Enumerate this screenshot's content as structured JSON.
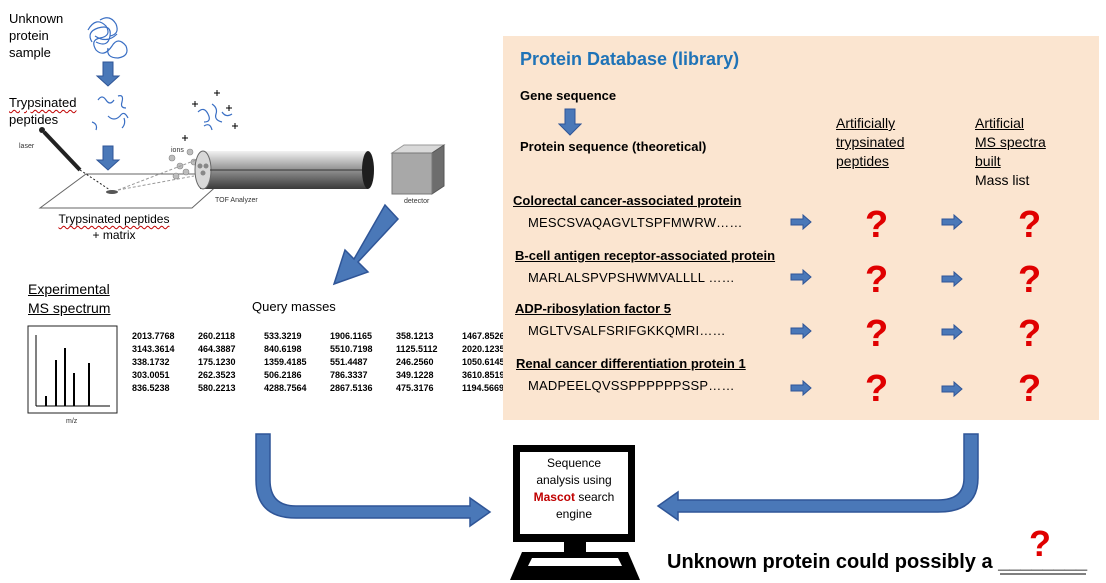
{
  "workflow": {
    "unknown_sample": "Unknown protein sample",
    "unknown_sample_lines": [
      "Unknown",
      "protein",
      "sample"
    ],
    "trypsinated_lines": [
      "Trypsinated",
      "peptides"
    ],
    "laser": "laser",
    "ions": "ions",
    "tof": "TOF Analyzer",
    "detector": "detector",
    "plate_lines": [
      "Trypsinated peptides",
      "+ matrix"
    ],
    "exp_spectrum_lines": [
      "Experimental",
      "MS spectrum"
    ],
    "mz": "m/z",
    "query_title": "Query masses",
    "query_masses": [
      [
        "2013.7768",
        "3143.3614",
        "338.1732",
        "303.0051",
        "836.5238"
      ],
      [
        "260.2118",
        "464.3887",
        "175.1230",
        "262.3523",
        "580.2213"
      ],
      [
        "533.3219",
        "840.6198",
        "1359.4185",
        "506.2186",
        "4288.7564"
      ],
      [
        "1906.1165",
        "5510.7198",
        "551.4487",
        "786.3337",
        "2867.5136"
      ],
      [
        "358.1213",
        "1125.5112",
        "246.2560",
        "349.1228",
        "475.3176"
      ],
      [
        "1467.8526",
        "2020.1235",
        "1050.6145",
        "3610.8519",
        "1194.5669"
      ]
    ]
  },
  "database": {
    "title": "Protein Database (library)",
    "gene_sequence": "Gene sequence",
    "protein_sequence": "Protein sequence (theoretical)",
    "col_peptides_lines": [
      "Artificially",
      "trypsinated",
      "peptides"
    ],
    "col_spectra_lines": [
      "Artificial",
      "MS spectra",
      "built"
    ],
    "mass_list": "Mass list",
    "proteins": [
      {
        "name": "Colorectal cancer-associated protein",
        "sequence": "MESCSVAQAGVLTSPFMWRW……"
      },
      {
        "name": "B-cell antigen receptor-associated protein",
        "sequence": "MARLALSPVPSHWMVALLLL ……"
      },
      {
        "name": "ADP-ribosylation factor 5",
        "sequence": "MGLTVSALFSRIFGKKQMRI……"
      },
      {
        "name": "Renal cancer differentiation protein 1",
        "sequence": "MADPEELQVSSPPPPPPSSP……"
      }
    ],
    "question_mark": "?"
  },
  "search": {
    "line1": "Sequence",
    "line2": "analysis using",
    "mascot": "Mascot",
    "line3_suffix": " search",
    "line4": "engine"
  },
  "conclusion": {
    "text": "Unknown protein could possibly a ________",
    "question_mark": "?"
  },
  "colors": {
    "arrow_blue": "#4a78b8",
    "arrow_stroke": "#2f5597",
    "panel_bg": "#fbe5d0",
    "title_blue": "#1f73b7",
    "question_red": "#e00000"
  }
}
